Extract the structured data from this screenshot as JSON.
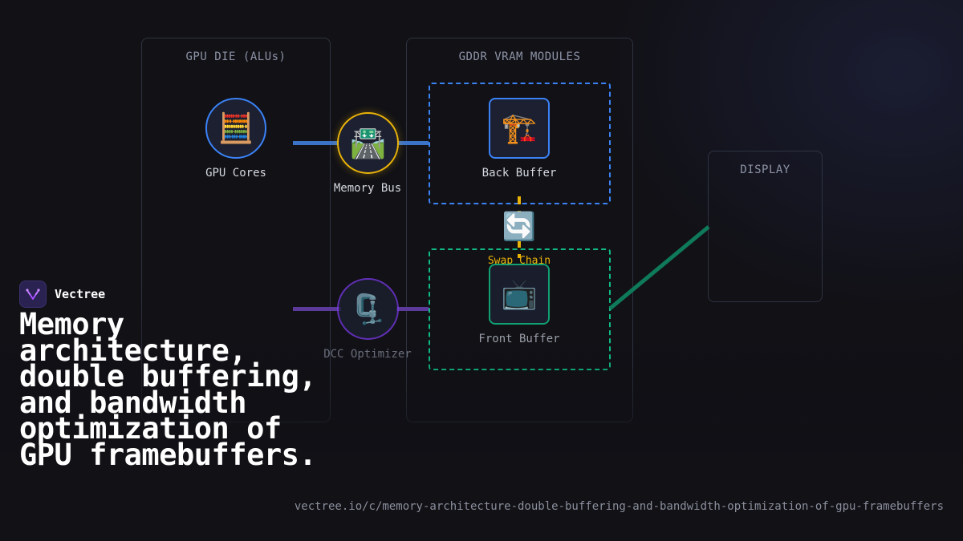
{
  "brand": {
    "name": "Vectree",
    "accent": "#a64dff"
  },
  "headline": "Memory architecture, double buffering, and bandwidth optimization of GPU framebuffers.",
  "url": "vectree.io/c/memory-architecture-double-buffering-and-bandwidth-optimization-of-gpu-framebuffers",
  "diagram": {
    "containers": {
      "gpu_die": "GPU DIE (ALUs)",
      "vram": "GDDR VRAM MODULES",
      "display": "DISPLAY"
    },
    "nodes": {
      "gpu_cores": {
        "label": "GPU Cores",
        "icon": "abacus-icon",
        "glyph": "🧮",
        "color": "#3b82f6"
      },
      "memory_bus": {
        "label": "Memory Bus",
        "icon": "motorway-icon",
        "glyph": "🛣️",
        "color": "#eab308"
      },
      "dcc_optimizer": {
        "label": "DCC Optimizer",
        "icon": "clamp-icon",
        "glyph": "🗜️",
        "color": "#7c3aed"
      },
      "back_buffer": {
        "label": "Back Buffer",
        "icon": "crane-icon",
        "glyph": "🏗️",
        "color": "#3b82f6"
      },
      "swap_chain": {
        "label": "Swap Chain",
        "icon": "swap-arrows-icon",
        "glyph": "🔄",
        "color": "#eab308"
      },
      "front_buffer": {
        "label": "Front Buffer",
        "icon": "television-icon",
        "glyph": "📺",
        "color": "#10b981"
      }
    },
    "colors": {
      "bus_link": "#3b73c7",
      "dcc_link": "#5b3a9a",
      "display_link": "#0f7a5a",
      "back_region": "#3b82f6",
      "front_region": "#10b981",
      "swap_link": "#eab308"
    }
  }
}
